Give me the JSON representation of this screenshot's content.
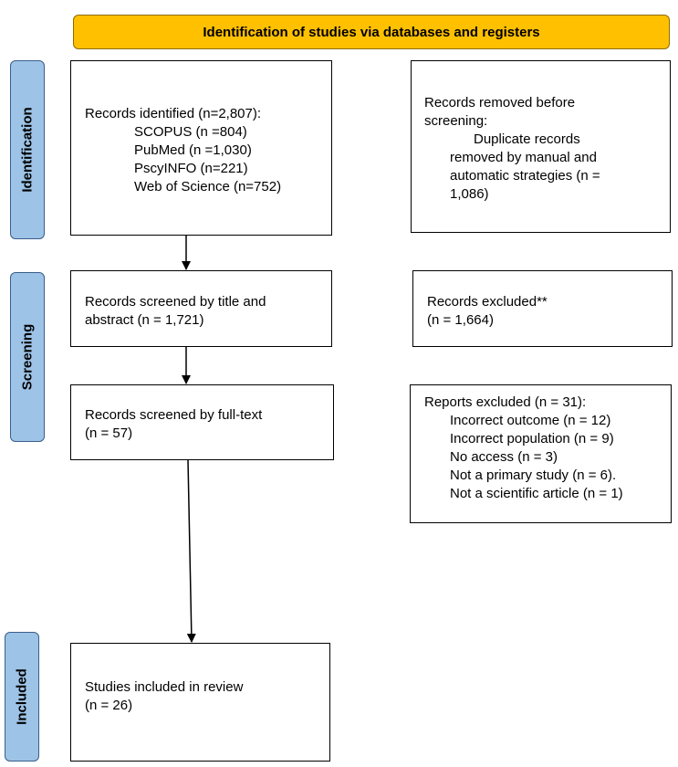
{
  "header": {
    "title": "Identification of studies via databases and registers"
  },
  "sections": {
    "identification": "Identification",
    "screening": "Screening",
    "included": "Included"
  },
  "boxes": {
    "records_identified": {
      "lines": [
        "Records identified (n=2,807):",
        "SCOPUS (n =804)",
        "PubMed (n =1,030)",
        "PscyINFO (n=221)",
        "Web of Science (n=752)"
      ]
    },
    "records_removed": {
      "lines": [
        "Records removed before",
        "screening:",
        "Duplicate records",
        "removed by manual and",
        "automatic strategies (n =",
        "1,086)"
      ]
    },
    "screened_title": {
      "lines": [
        "Records screened by title and",
        "abstract (n = 1,721)"
      ]
    },
    "records_excluded": {
      "lines": [
        "Records excluded**",
        "(n = 1,664)"
      ]
    },
    "screened_fulltext": {
      "lines": [
        "Records screened by full-text",
        "(n = 57)"
      ]
    },
    "reports_excluded": {
      "lines": [
        "Reports excluded (n = 31):",
        "Incorrect outcome (n = 12)",
        "Incorrect population (n = 9)",
        "No access (n = 3)",
        "Not a primary study (n = 6).",
        "Not a scientific article (n = 1)"
      ]
    },
    "studies_included": {
      "lines": [
        "Studies included in review",
        "(n = 26)"
      ]
    }
  },
  "colors": {
    "header_fill": "#ffc000",
    "side_tab_fill": "#9dc3e6",
    "box_border": "#000000"
  }
}
